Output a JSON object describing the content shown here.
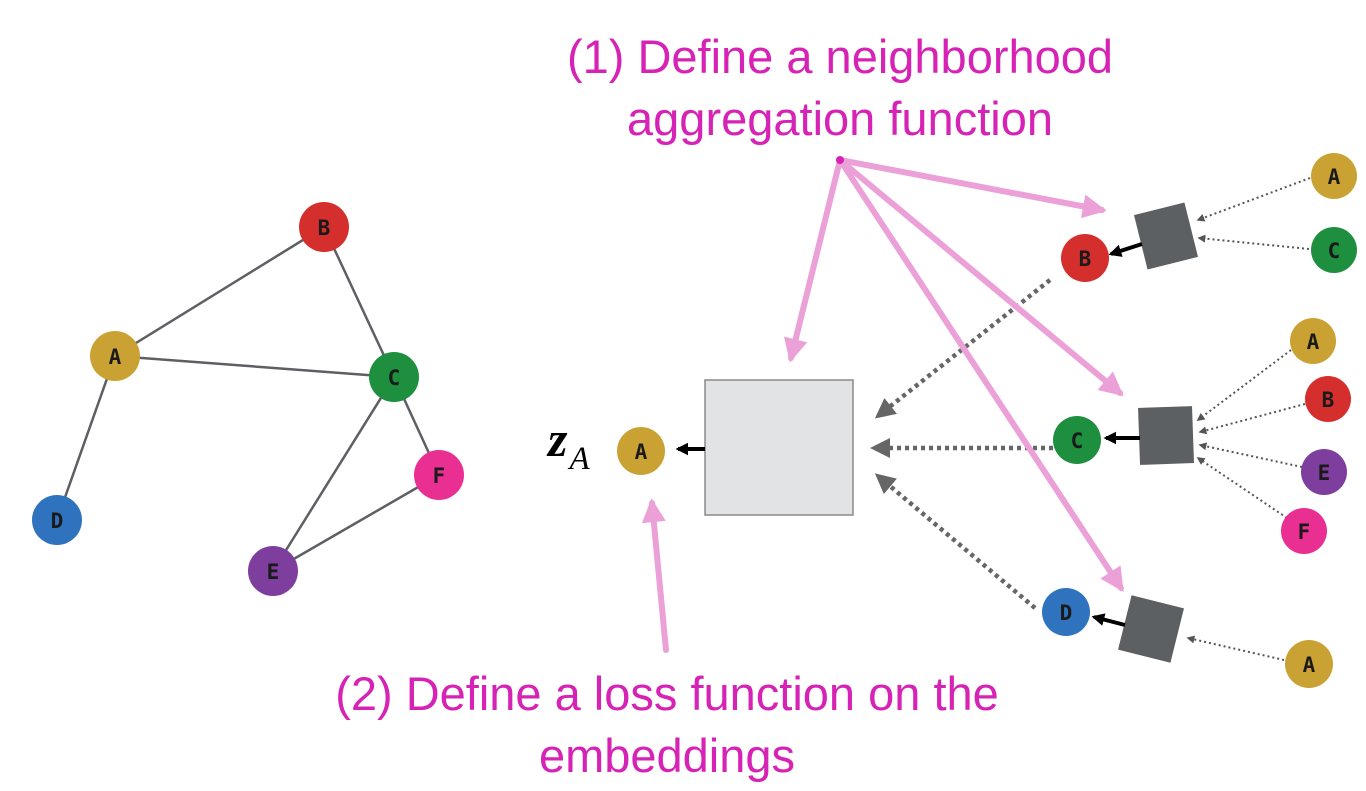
{
  "colors": {
    "A": "#c9a233",
    "B": "#d42f2d",
    "C": "#1e8f3e",
    "D": "#2f72bd",
    "E": "#7e3e9e",
    "F": "#ea2f93",
    "caption": "#d623b5",
    "arrow_pink": "#eca0d8",
    "agg_box": "#5c6063",
    "main_box_fill": "#e2e3e5",
    "main_box_stroke": "#8a8a8a"
  },
  "graph": {
    "nodes": [
      "A",
      "B",
      "C",
      "D",
      "E",
      "F"
    ],
    "edges": [
      [
        "A",
        "B"
      ],
      [
        "A",
        "C"
      ],
      [
        "B",
        "C"
      ],
      [
        "A",
        "D"
      ],
      [
        "C",
        "E"
      ],
      [
        "C",
        "F"
      ],
      [
        "E",
        "F"
      ]
    ]
  },
  "computation_graph": {
    "target": {
      "node": "A",
      "symbol": "z",
      "subscript": "A"
    },
    "neighbors": [
      {
        "node": "B",
        "inputs": [
          "A",
          "C"
        ]
      },
      {
        "node": "C",
        "inputs": [
          "A",
          "B",
          "E",
          "F"
        ]
      },
      {
        "node": "D",
        "inputs": [
          "A"
        ]
      }
    ]
  },
  "captions": {
    "step1_line1": "(1) Define a neighborhood",
    "step1_line2": "aggregation function",
    "step2_line1": "(2) Define a loss function on the",
    "step2_line2": "embeddings"
  }
}
